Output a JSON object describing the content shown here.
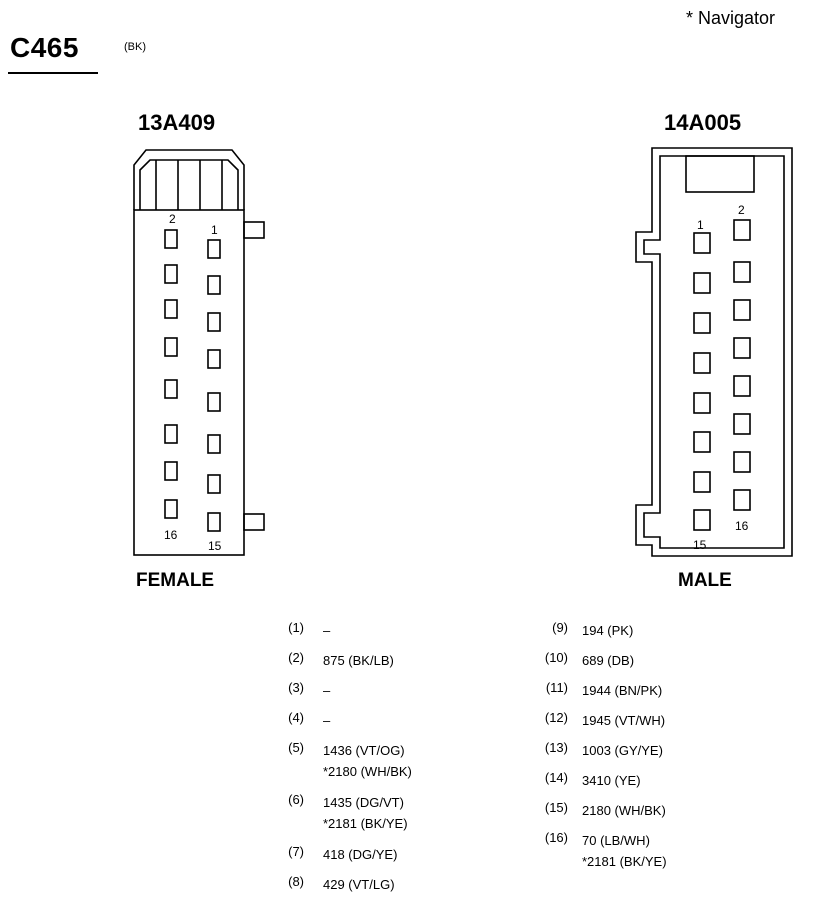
{
  "header": {
    "connector_id": "C465",
    "connector_color": "(BK)",
    "legend_note": "*   Navigator"
  },
  "female": {
    "part_number": "13A409",
    "label": "FEMALE",
    "pin_labels": {
      "top_left": "2",
      "top_right": "1",
      "bottom_left": "16",
      "bottom_right": "15"
    }
  },
  "male": {
    "part_number": "14A005",
    "label": "MALE",
    "pin_labels": {
      "top_left": "1",
      "top_right": "2",
      "bottom_left": "15",
      "bottom_right": "16"
    }
  },
  "pinout": [
    {
      "num": "(1)",
      "lines": [
        "–"
      ]
    },
    {
      "num": "(2)",
      "lines": [
        "875 (BK/LB)"
      ]
    },
    {
      "num": "(3)",
      "lines": [
        "–"
      ]
    },
    {
      "num": "(4)",
      "lines": [
        "–"
      ]
    },
    {
      "num": "(5)",
      "lines": [
        "1436 (VT/OG)",
        "*2180 (WH/BK)"
      ]
    },
    {
      "num": "(6)",
      "lines": [
        "1435 (DG/VT)",
        "*2181 (BK/YE)"
      ]
    },
    {
      "num": "(7)",
      "lines": [
        "418 (DG/YE)"
      ]
    },
    {
      "num": "(8)",
      "lines": [
        "429 (VT/LG)"
      ]
    },
    {
      "num": "(9)",
      "lines": [
        "194 (PK)"
      ]
    },
    {
      "num": "(10)",
      "lines": [
        "689 (DB)"
      ]
    },
    {
      "num": "(11)",
      "lines": [
        "1944 (BN/PK)"
      ]
    },
    {
      "num": "(12)",
      "lines": [
        "1945 (VT/WH)"
      ]
    },
    {
      "num": "(13)",
      "lines": [
        "1003 (GY/YE)"
      ]
    },
    {
      "num": "(14)",
      "lines": [
        "3410 (YE)"
      ]
    },
    {
      "num": "(15)",
      "lines": [
        "2180 (WH/BK)"
      ]
    },
    {
      "num": "(16)",
      "lines": [
        "70 (LB/WH)",
        "*2181 (BK/YE)"
      ]
    }
  ]
}
